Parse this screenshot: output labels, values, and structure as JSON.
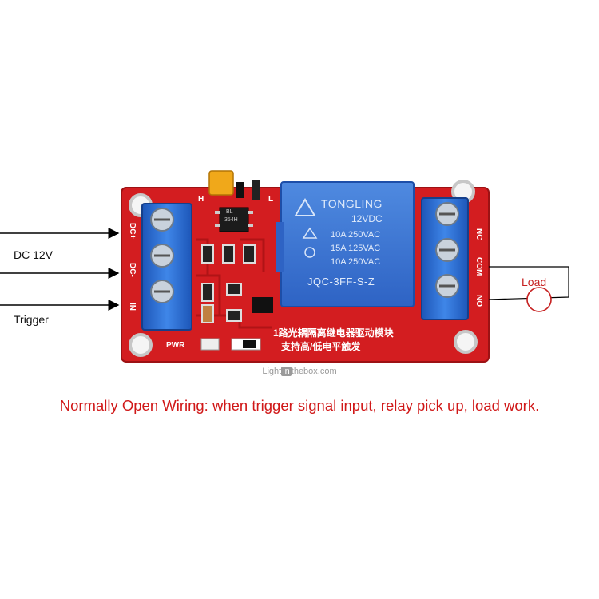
{
  "labels": {
    "dc": "DC 12V",
    "trigger": "Trigger",
    "load": "Load"
  },
  "caption": "Normally Open Wiring: when trigger signal input, relay pick up, load work.",
  "watermark": {
    "part1": "Light",
    "part2": "in",
    "part3": "thebox",
    "part4": ".com"
  },
  "board": {
    "left_pins": [
      "DC+",
      "DC-",
      "IN"
    ],
    "right_pins": [
      "NC",
      "COM",
      "NO"
    ],
    "jumper_labels": [
      "H",
      "L"
    ],
    "pwr_label": "PWR",
    "chinese_line1": "1路光耦隔离继电器驱动模块",
    "chinese_line2": "支持高/低电平触发",
    "ic_text": [
      "BL",
      "354H"
    ]
  },
  "relay": {
    "brand": "TONGLING",
    "voltage": "12VDC",
    "ratings": [
      "10A 250VAC",
      "15A 125VAC",
      "10A 250VAC"
    ],
    "model": "JQC-3FF-S-Z"
  },
  "colors": {
    "pcb": "#d31d20",
    "terminal": "#2f6fd0",
    "relay": "#3a74d4",
    "caption": "#d01818",
    "jumper": "#f0a81a"
  }
}
